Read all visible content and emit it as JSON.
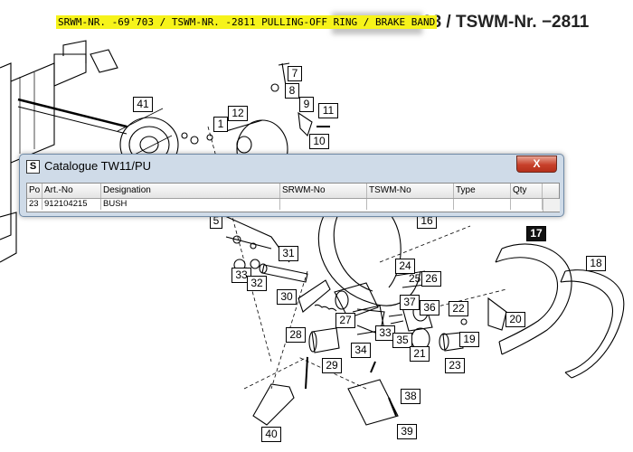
{
  "banner": {
    "text": "SRWM-NR. -69'703 / TSWM-NR. -2811 PULLING-OFF RING / BRAKE BAND"
  },
  "ghost_title": {
    "text": "03 / TSWM-Nr. −2811"
  },
  "window": {
    "icon_letter": "S",
    "title": "Catalogue TW11/PU",
    "close_label": "X",
    "columns": [
      "Po",
      "Art.-No",
      "Designation",
      "SRWM-No",
      "TSWM-No",
      "Type",
      "Qty"
    ],
    "row": {
      "pos": "23",
      "art_no": "912104215",
      "designation": "BUSH",
      "srwm_no": "",
      "tswm_no": "",
      "type": "",
      "qty": ""
    }
  },
  "labels": {
    "l1": "1",
    "l5": "5",
    "l7": "7",
    "l8": "8",
    "l9": "9",
    "l10": "10",
    "l11": "11",
    "l12": "12",
    "l16": "16",
    "l17": "17",
    "l18": "18",
    "l19": "19",
    "l20": "20",
    "l21": "21",
    "l22": "22",
    "l23": "23",
    "l24": "24",
    "l25": "25",
    "l26": "26",
    "l27": "27",
    "l28": "28",
    "l29": "29",
    "l30": "30",
    "l31": "31",
    "l32": "32",
    "l33a": "33",
    "l33b": "33",
    "l34": "34",
    "l35": "35",
    "l36": "36",
    "l37": "37",
    "l38": "38",
    "l39": "39",
    "l40": "40",
    "l41": "41"
  },
  "colors": {
    "banner": "#f6f31a",
    "window_frame": "#cfdbe8",
    "close": "#c7402a"
  }
}
